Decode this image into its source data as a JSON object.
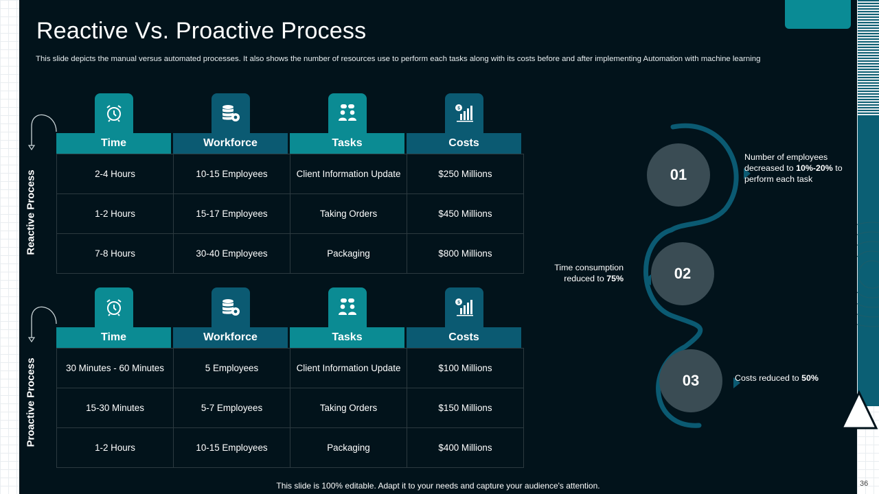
{
  "slide": {
    "title": "Reactive Vs. Proactive Process",
    "subtitle": "This slide depicts the manual versus automated processes. It also shows the number of resources use to perform each tasks along with its costs before and after implementing Automation with machine learning",
    "footer": "This slide is 100% editable. Adapt it to your needs and capture your audience's attention.",
    "page_number": "36"
  },
  "headers": [
    "Time",
    "Workforce",
    "Tasks",
    "Costs"
  ],
  "header_icons": [
    "alarm-clock-icon",
    "database-gear-icon",
    "team-chat-icon",
    "bar-chart-dollar-icon"
  ],
  "reactive": {
    "label": "Reactive Process",
    "rows": [
      [
        "2-4 Hours",
        "10-15 Employees",
        "Client Information Update",
        "$250 Millions"
      ],
      [
        "1-2 Hours",
        "15-17 Employees",
        "Taking Orders",
        "$450 Millions"
      ],
      [
        "7-8 Hours",
        "30-40 Employees",
        "Packaging",
        "$800 Millions"
      ]
    ]
  },
  "proactive": {
    "label": "Proactive Process",
    "rows": [
      [
        "30  Minutes - 60 Minutes",
        "5 Employees",
        "Client Information Update",
        "$100 Millions"
      ],
      [
        "15-30 Minutes",
        "5-7 Employees",
        "Taking Orders",
        "$150 Millions"
      ],
      [
        "1-2 Hours",
        "10-15 Employees",
        "Packaging",
        "$400 Millions"
      ]
    ]
  },
  "steps": [
    {
      "number": "01",
      "text_before": "Number of employees decreased to ",
      "highlight": "10%-20%",
      "text_after": " to perform  each task"
    },
    {
      "number": "02",
      "text_before": "Time consumption reduced to ",
      "highlight": "75%",
      "text_after": ""
    },
    {
      "number": "03",
      "text_before": "Costs reduced to ",
      "highlight": "50%",
      "text_after": ""
    }
  ],
  "colors": {
    "background": "#02131b",
    "teal": "#0b8b93",
    "blue": "#0b5a72",
    "circle": "#3a4c54"
  }
}
